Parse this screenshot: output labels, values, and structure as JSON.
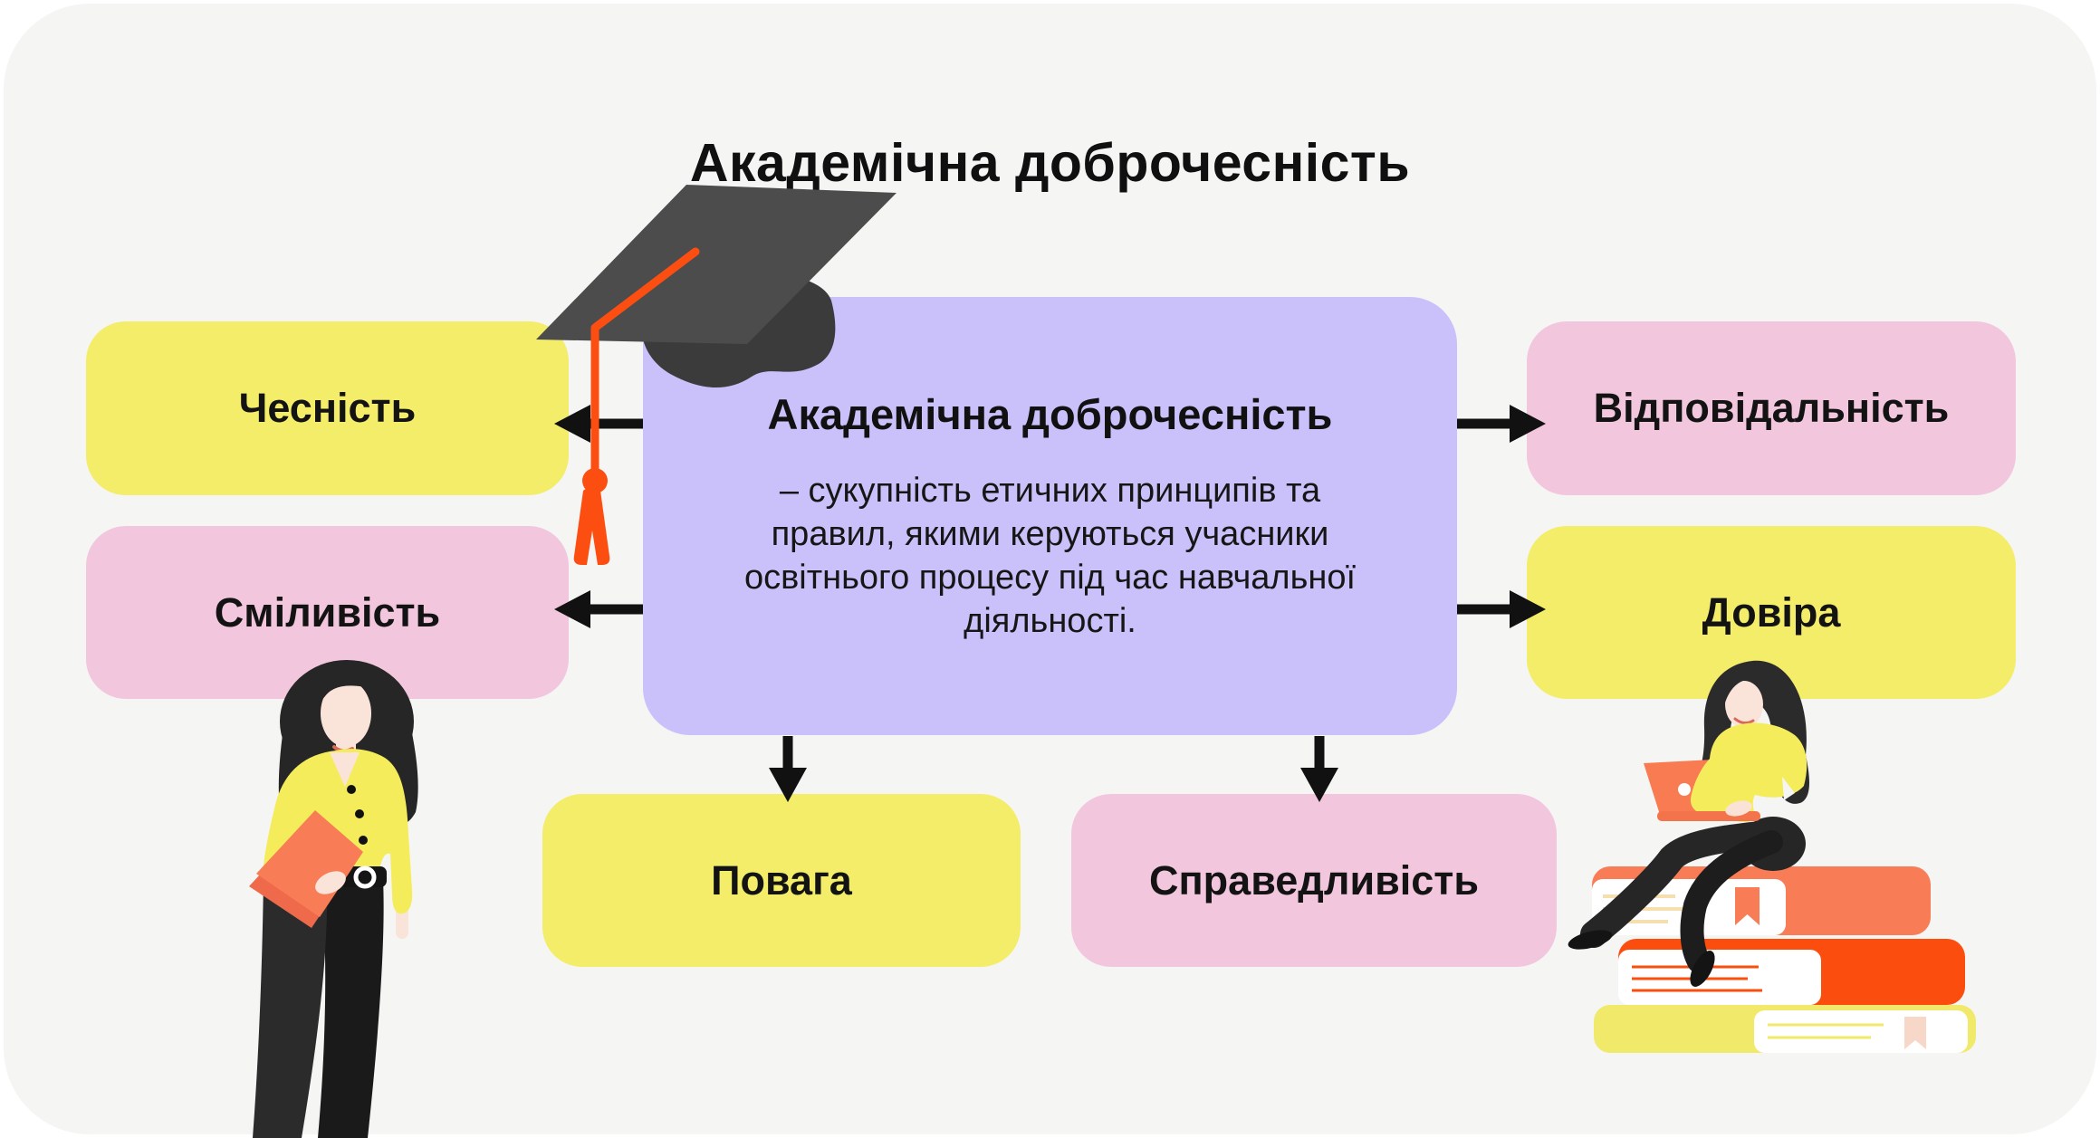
{
  "page": {
    "title": "Академічна доброчесність"
  },
  "center_box": {
    "heading": "Академічна доброчесність",
    "body": "– сукупність етичних принципів та правил, якими керуються учасники освітнього процесу під час навчальної діяльності."
  },
  "nodes": {
    "honesty": "Чесність",
    "courage": "Сміливість",
    "responsibility": "Відповідальність",
    "trust": "Довіра",
    "respect": "Повага",
    "fairness": "Справедливість"
  },
  "colors": {
    "panel_background": "#f5f5f4",
    "node_yellow": "#f3ed69",
    "node_pink": "#f2c7de",
    "center_purple": "#cbc1fa",
    "arrow_black": "#111111",
    "accent_orange": "#fd4e12",
    "illustration_orange": "#f87c55",
    "book_red": "#fb4d0e",
    "book_yellow": "#f1e96a",
    "skin": "#fae3d9",
    "hair_black": "#262626",
    "text": "#141414"
  },
  "illustrations": {
    "cap": "graduation-cap",
    "left": "standing-woman-with-folder",
    "right": "woman-with-laptop-on-books"
  }
}
